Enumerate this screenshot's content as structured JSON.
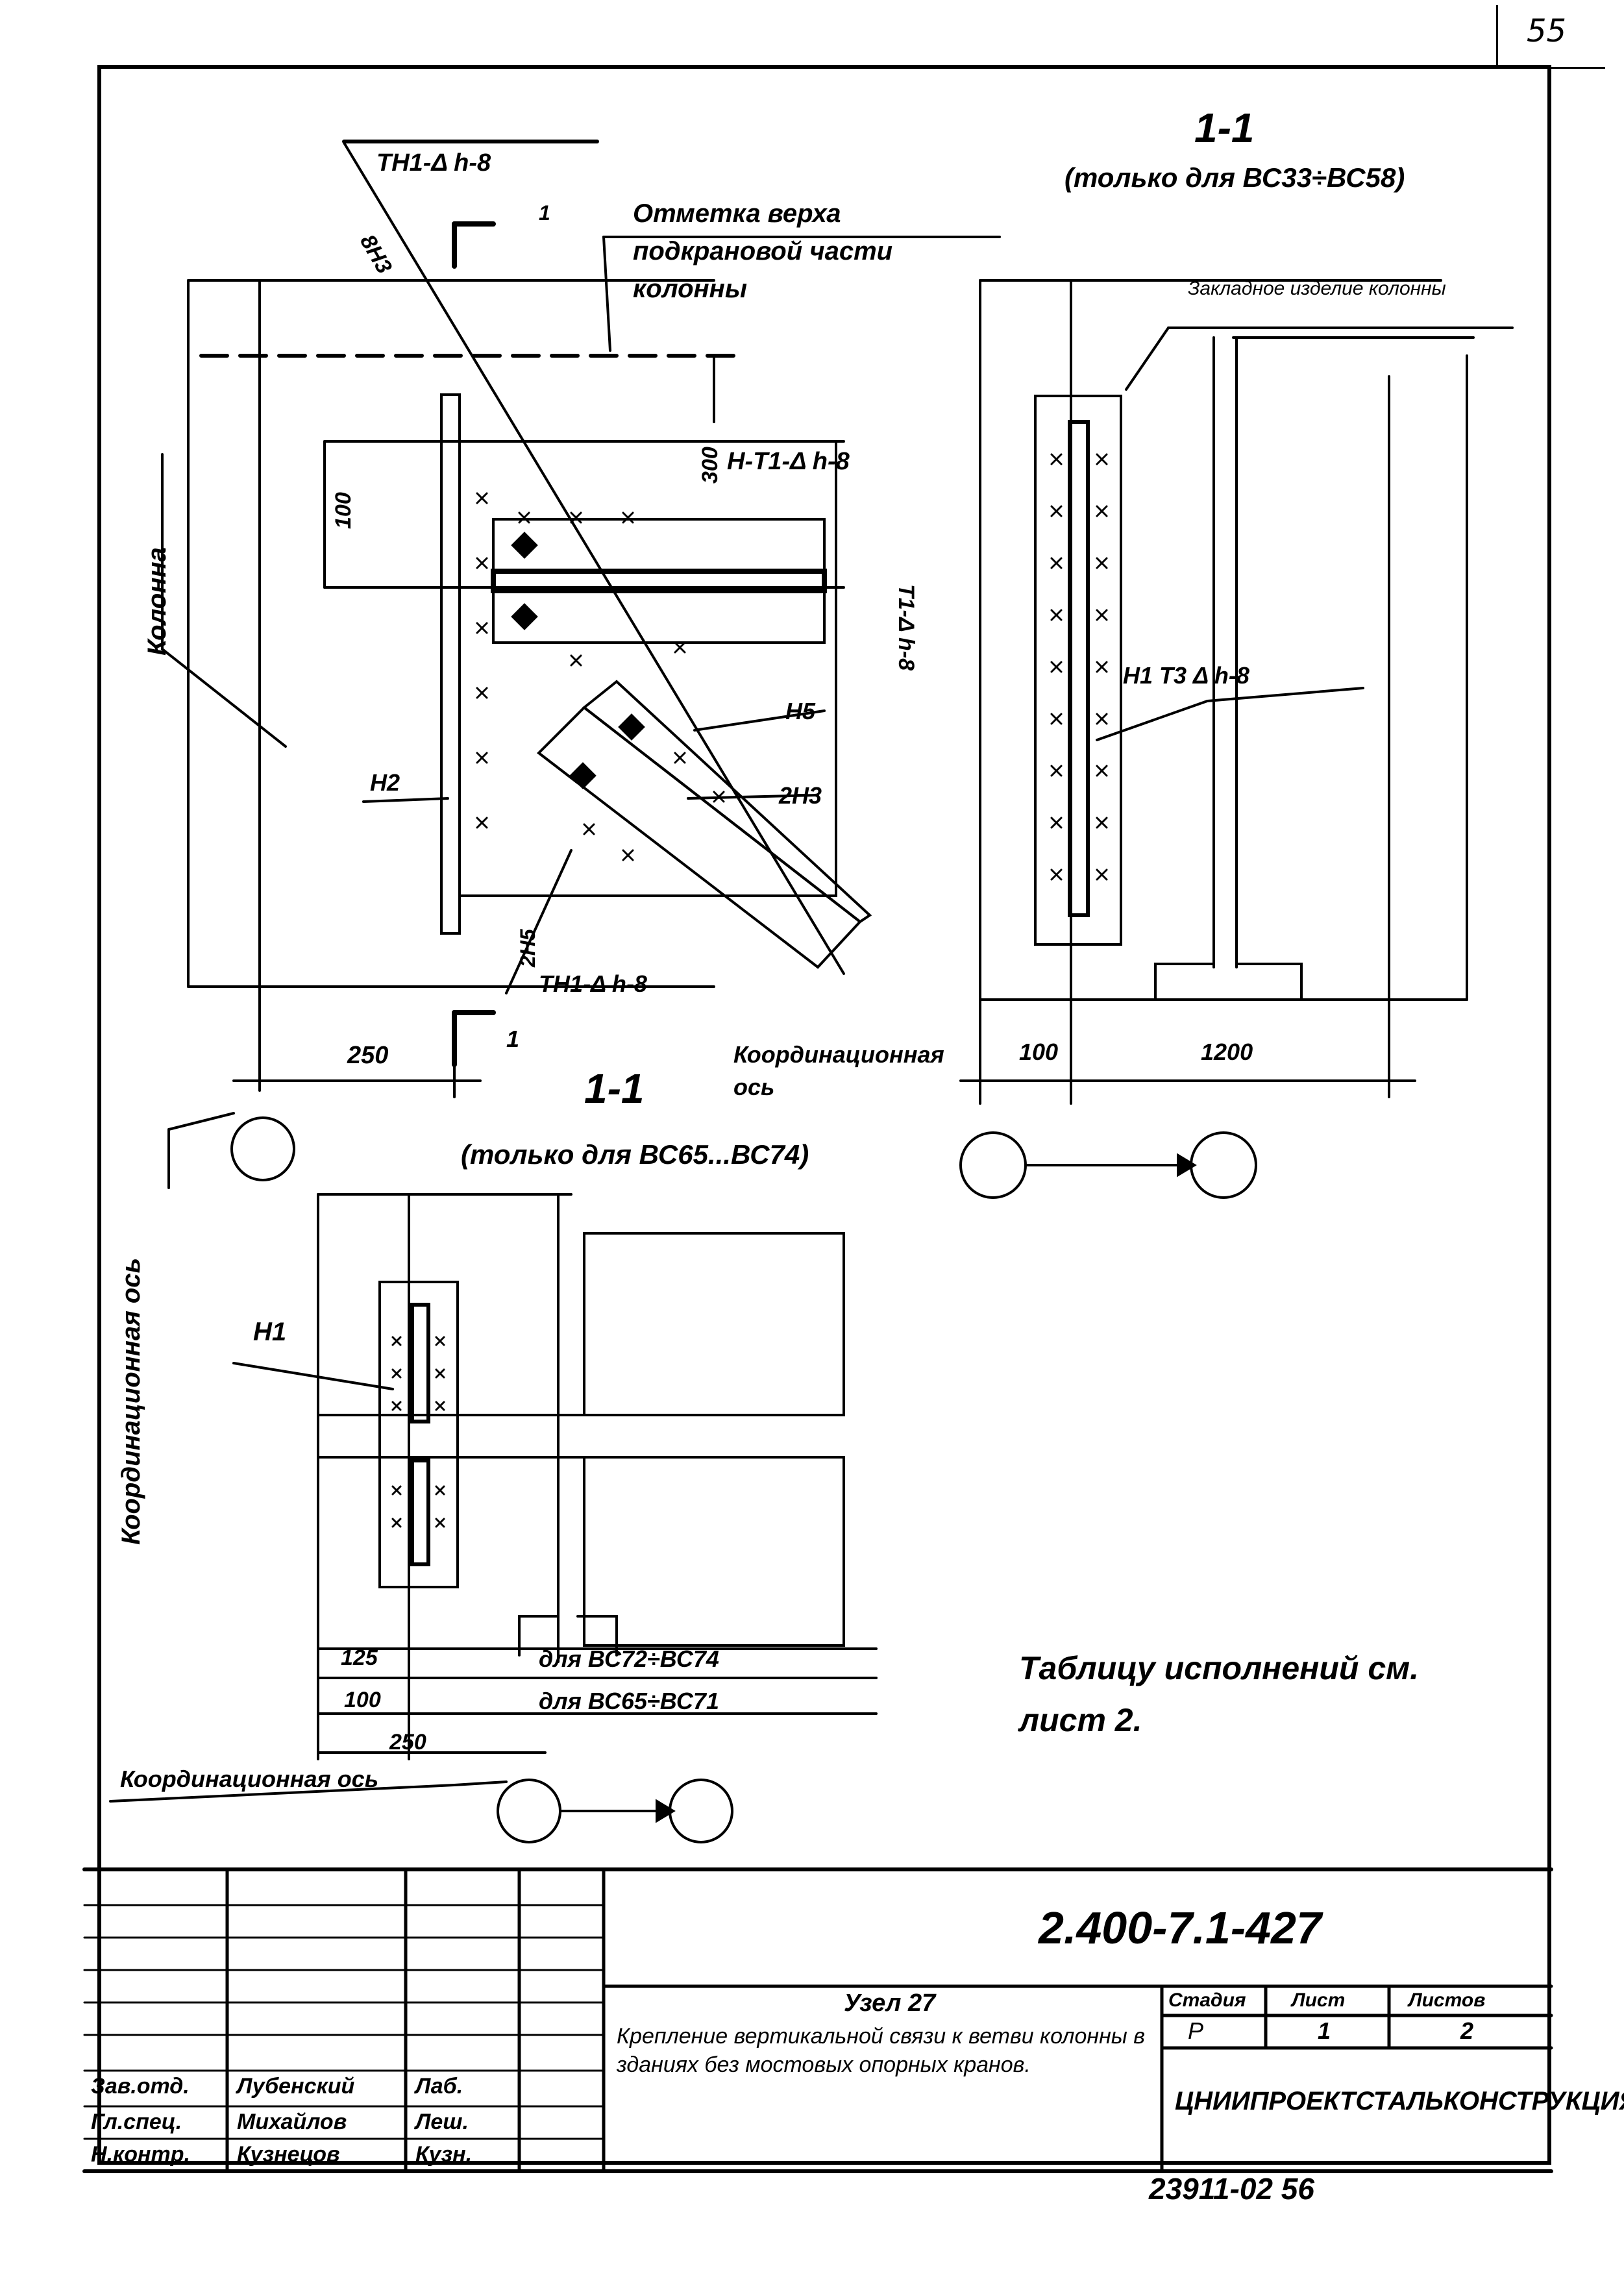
{
  "page_number": "55",
  "section_top": {
    "title": "1-1",
    "subtitle": "(только для ВС33÷ВС58)",
    "weld_label_top": "ТН1-Δ h-8",
    "weld_label_diag": "8Н3",
    "rib_label": "Отметка верха подкрановой части колонны",
    "weld_label_mid": "Н-Т1-Δ h-8",
    "dim_300": "300",
    "dim_100": "100",
    "weld_label_right_v": "Т1-Δ h-8",
    "mark_n5": "Н5",
    "mark_2n3": "2Н3",
    "mark_n2": "Н2",
    "mark_2n5": "2Н5",
    "weld_label_bottom": "ТН1-Δ h-8",
    "column_label": "Колонна",
    "section_mark_left": "1",
    "dim_250": "250",
    "axis_label": "Координационная ось"
  },
  "section_right": {
    "top_label": "Закладное изделие колонны",
    "weld_label": "Н1 Т3 Δ h-8",
    "dim_100": "100",
    "dim_1200": "1200"
  },
  "section_bottom": {
    "title": "1-1",
    "subtitle": "(только для ВС65...ВС74)",
    "mark_n1": "Н1",
    "axis_label_vertical": "Координационная ось",
    "dim_125": "125",
    "dim_100": "100",
    "dim_250": "250",
    "note_1": "для ВС72÷ВС74",
    "note_2": "для ВС65÷ВС71",
    "axis_label_bottom": "Координационная ось"
  },
  "table_note": "Таблицу исполнений см. лист 2.",
  "title_block": {
    "document_code": "2.400-7.1-427",
    "node_title": "Узел 27",
    "description": "Крепление вертикальной связи к ветви колонны в зданиях без мостовых опорных кранов.",
    "stage_header": "Стадия",
    "sheet_header": "Лист",
    "sheets_header": "Листов",
    "stage": "Р",
    "sheet": "1",
    "sheets": "2",
    "organization": "ЦНИИПРОЕКТСТАЛЬКОНСТРУКЦИЯ",
    "roles": [
      "Зав.отд.",
      "Гл.спец.",
      "Н.контр."
    ],
    "names": [
      "Лубенский",
      "Михайлов",
      "Кузнецов"
    ],
    "signatures": [
      "Лаб.",
      "Леш.",
      "Кузн."
    ]
  },
  "footer_code": "23911-02 56"
}
